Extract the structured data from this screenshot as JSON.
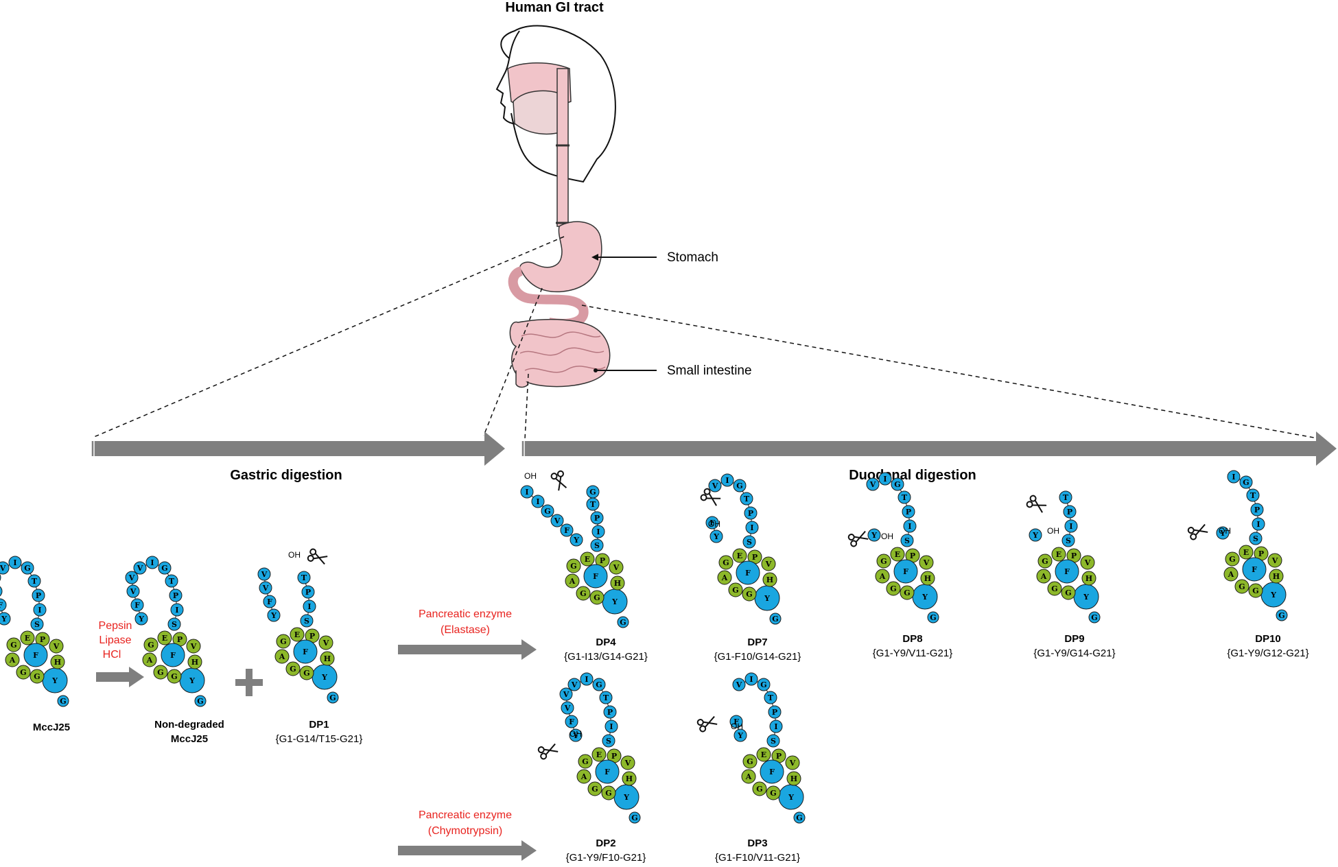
{
  "title": "Human GI tract",
  "organs": {
    "stomach": "Stomach",
    "small_intestine": "Small intestine"
  },
  "phases": {
    "gastric": "Gastric digestion",
    "duodenal": "Duodenal digestion"
  },
  "reagents": {
    "gastric": [
      "Pepsin",
      "Lipase",
      "HCl"
    ],
    "elastase": [
      "Pancreatic enzyme",
      "(Elastase)"
    ],
    "chymotrypsin": [
      "Pancreatic enzyme",
      "(Chymotrypsin)"
    ]
  },
  "oh": "OH",
  "colors": {
    "ring": "#8db82a",
    "loop": "#1aa6e0",
    "arrow": "#7f7f7f",
    "enzyme": "#e8231f",
    "organ": "#f1c4c9"
  },
  "peptides": {
    "mccj25": {
      "name": "MccJ25",
      "sub": ""
    },
    "nondeg": {
      "name": "Non-degraded",
      "name2": "MccJ25",
      "sub": ""
    },
    "dp1": {
      "name": "DP1",
      "sub": "{G1-G14/T15-G21}"
    },
    "dp4": {
      "name": "DP4",
      "sub": "{G1-I13/G14-G21}"
    },
    "dp7": {
      "name": "DP7",
      "sub": "{G1-F10/G14-G21}"
    },
    "dp8": {
      "name": "DP8",
      "sub": "{G1-Y9/V11-G21}"
    },
    "dp9": {
      "name": "DP9",
      "sub": "{G1-Y9/G14-G21}"
    },
    "dp10": {
      "name": "DP10",
      "sub": "{G1-Y9/G12-G21}"
    },
    "dp2": {
      "name": "DP2",
      "sub": "{G1-Y9/F10-G21}"
    },
    "dp3": {
      "name": "DP3",
      "sub": "{G1-F10/V11-G21}"
    }
  },
  "residues": {
    "ring": [
      "E",
      "P",
      "V",
      "H",
      "G",
      "A",
      "G",
      "G"
    ],
    "center": "F",
    "tail": [
      "Y",
      "G"
    ],
    "loop": [
      "V",
      "I",
      "G",
      "T",
      "P",
      "I",
      "S"
    ],
    "arm": [
      "Y",
      "F",
      "V"
    ],
    "long_arm": [
      "Y",
      "F",
      "V",
      "G",
      "I"
    ]
  }
}
